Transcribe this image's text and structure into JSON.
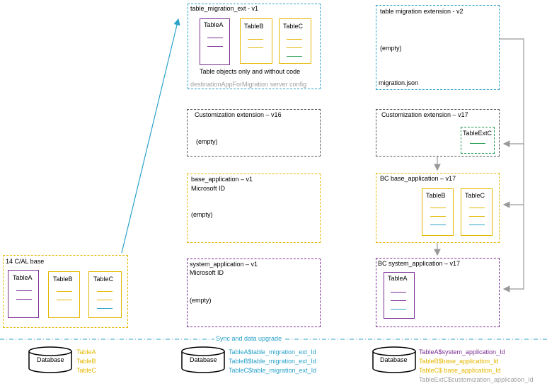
{
  "migration_v1": {
    "title": "table_migration_ext - v1",
    "tables": [
      "TableA",
      "TableB",
      "TableC"
    ],
    "caption": "Table objects only and without code",
    "footer": "destinationAppForMigration server config"
  },
  "migration_v2": {
    "title": "table migration extension - v2",
    "empty": "(empty)",
    "file": "migration.json"
  },
  "custom_v16": {
    "title": "Customization extension – v16",
    "empty": "(empty)"
  },
  "custom_v17": {
    "title": "Customization extension – v17",
    "table": "TableExtC"
  },
  "base_v1": {
    "title": "base_application – v1",
    "subtitle": "Microsoft ID",
    "empty": "(empty)"
  },
  "base_v17": {
    "title": "BC base_application – v17",
    "tables": [
      "TableB",
      "TableC"
    ]
  },
  "system_v1": {
    "title": "system_application – v1",
    "subtitle": "Microsoft ID",
    "empty": "(empty)"
  },
  "system_v17": {
    "title": "BC system_application – v17",
    "table": "TableA"
  },
  "cal_base": {
    "title": "14 C/AL base",
    "tables": [
      "TableA",
      "TableB",
      "TableC"
    ]
  },
  "sync_label": "Sync and data upgrade",
  "databases": [
    {
      "label": "Database",
      "entries": [
        "TableA",
        "TableB",
        "TableC"
      ]
    },
    {
      "label": "Database",
      "entries": [
        "TableA$table_migration_ext_Id",
        "TableB$table_migration_ext_Id",
        "TableC$table_migration_ext_Id"
      ]
    },
    {
      "label": "Database",
      "entries": [
        "TableA$system_application_Id",
        "TableB$base_application_Id",
        "TableC$ base_application_Id",
        "TableExtC$customization_application_Id"
      ]
    }
  ],
  "colors": {
    "teal": "#2aa3c9",
    "gold": "#e5b700",
    "purple": "#7a2d91",
    "green": "#1e9a4f",
    "gray": "#888888"
  }
}
